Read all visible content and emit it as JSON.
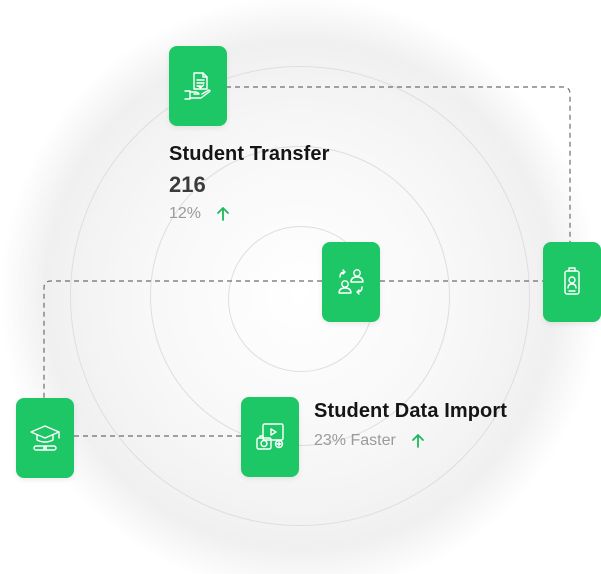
{
  "transfer": {
    "title": "Student Transfer",
    "count": "216",
    "stat": "12%"
  },
  "data_import": {
    "title": "Student Data Import",
    "stat": "23% Faster"
  },
  "icons": {
    "transfer_tile": "hand-document-icon",
    "center_tile": "users-exchange-icon",
    "right_tile": "id-badge-icon",
    "left_tile": "graduation-cap-diploma-icon",
    "import_tile": "media-import-icon",
    "trend": "arrow-up-icon"
  },
  "colors": {
    "tile": "#1ec766",
    "trend_arrow": "#1fb85d"
  }
}
